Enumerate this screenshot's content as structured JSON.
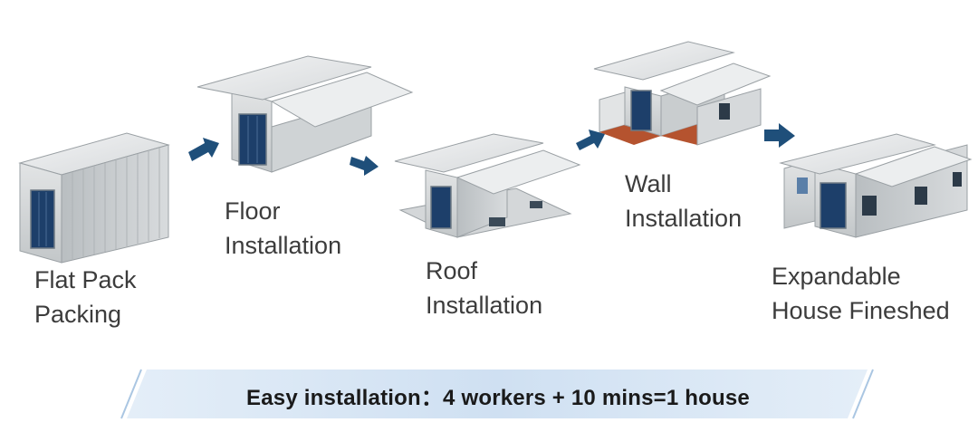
{
  "steps": [
    {
      "line1": "Flat Pack",
      "line2": "Packing"
    },
    {
      "line1": "Floor",
      "line2": "Installation"
    },
    {
      "line1": "Roof",
      "line2": "Installation"
    },
    {
      "line1": "Wall",
      "line2": "Installation"
    },
    {
      "line1": "Expandable",
      "line2": "House Fineshed"
    }
  ],
  "banner": {
    "text": "Easy installation：4 workers + 10 mins=1 house"
  },
  "colors": {
    "arrow": "#1f4f7a",
    "banner_fill": "#d4e4f4",
    "banner_edge": "#aac6e2",
    "wall": "#c9cdcf",
    "roof": "#e6e8e9",
    "window": "#1d3f6a",
    "floor": "#b5532f"
  },
  "icons": [
    "container-icon",
    "arrow-right-icon"
  ]
}
